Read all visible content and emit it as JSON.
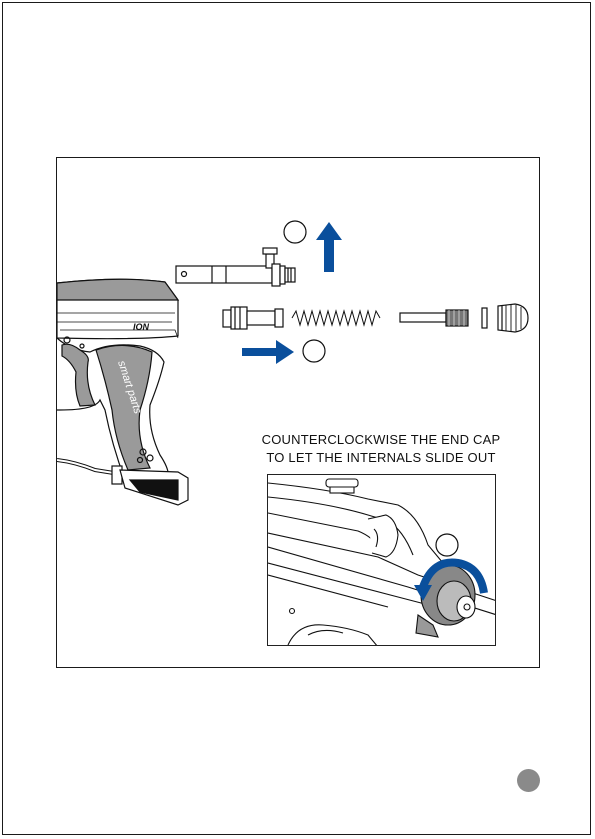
{
  "instruction": {
    "line1": "COUNTERCLOCKWISE THE END CAP",
    "line2": "TO LET THE INTERNALS SLIDE OUT"
  },
  "gun_logo_text": "ION",
  "grip_logo_text": "smart parts",
  "colors": {
    "arrow": "#0a4f9c",
    "line": "#111111",
    "badge": "#8a8a8a"
  },
  "icons": {
    "up_arrow": "arrow-up-icon",
    "right_arrow": "arrow-right-icon",
    "rotate_arrow": "counterclockwise-arrow-icon"
  }
}
